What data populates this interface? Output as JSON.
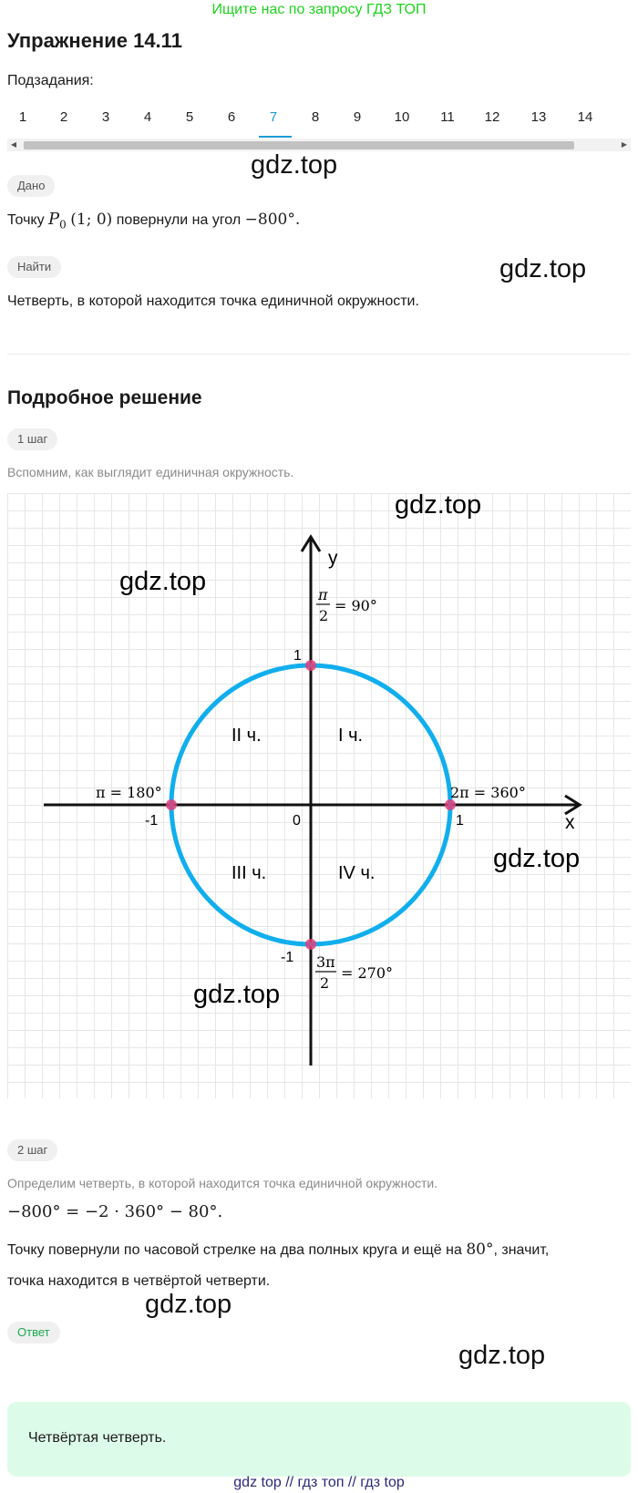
{
  "promo": "Ищите нас по запросу ГДЗ ТОП",
  "title": "Упражнение 14.11",
  "subtasks_label": "Подзадания:",
  "subtasks": [
    "1",
    "2",
    "3",
    "4",
    "5",
    "6",
    "7",
    "8",
    "9",
    "10",
    "11",
    "12",
    "13",
    "14"
  ],
  "active_subtask": "7",
  "given": {
    "label": "Дано",
    "text_before": "Точку",
    "point": "P",
    "point_sub": "0",
    "point_coords": "(1; 0)",
    "text_middle": "повернули на угол",
    "angle": "−800°."
  },
  "find": {
    "label": "Найти",
    "text": "Четверть, в которой находится точка единичной окружности."
  },
  "solution_title": "Подробное решение",
  "step1": {
    "label": "1 шаг",
    "text": "Вспомним, как выглядит единичная окружность."
  },
  "graph": {
    "axis_x": "x",
    "axis_y": "y",
    "label_origin": "0",
    "label_x_pos": "1",
    "label_x_neg": "-1",
    "label_y_pos": "1",
    "label_y_neg": "-1",
    "q1": "I ч.",
    "q2": "II ч.",
    "q3": "III ч.",
    "q4": "IV ч.",
    "top_num": "π",
    "top_den": "2",
    "top_rest": "= 90°",
    "left_point": "π = 180°",
    "right_point": "2π = 360°",
    "bottom_num": "3π",
    "bottom_den": "2",
    "bottom_rest": "= 270°",
    "circle_color": "#11aeed",
    "point_color": "#e0407a",
    "grid_color": "#e6e6e6"
  },
  "step2": {
    "label": "2 шаг",
    "text": "Определим четверть, в которой находится точка единичной окружности.",
    "formula": "−800° = −2 · 360° − 80°.",
    "line1_a": "Точку повернули по часовой стрелке на два полных круга и ещё на",
    "line1_angle": "80°",
    "line1_b": ", значит,",
    "line2": "точка находится в четвёртой четверти."
  },
  "answer": {
    "label": "Ответ",
    "text": "Четвёртая четверть."
  },
  "watermark": "gdz.top",
  "footer": "gdz top  //  гдз топ  //  гдз top"
}
